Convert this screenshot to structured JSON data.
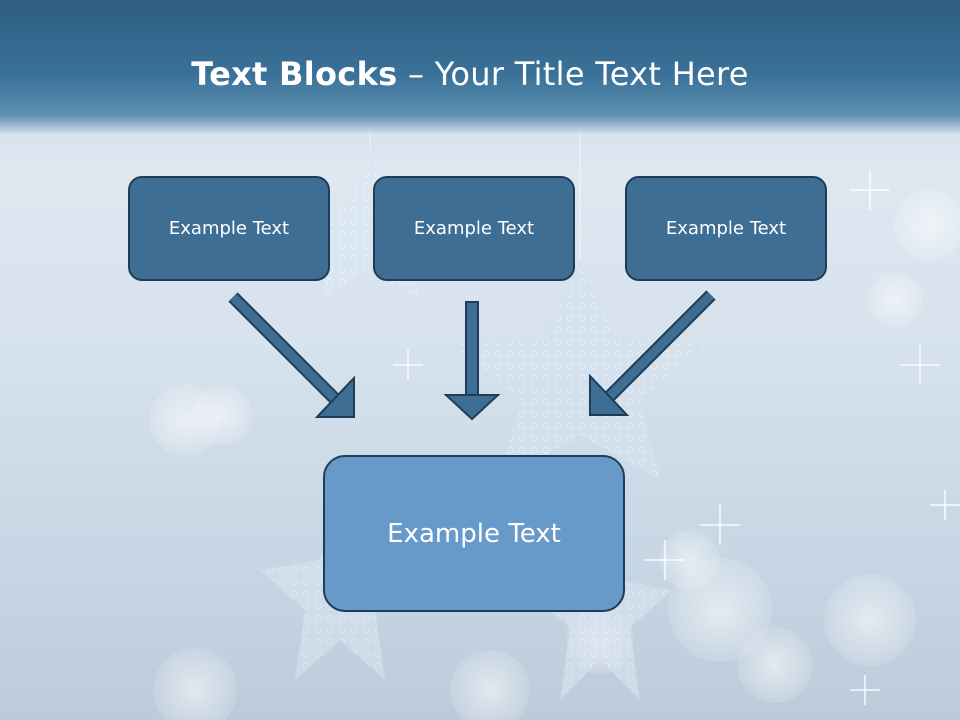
{
  "slide": {
    "title_bold": "Text Blocks",
    "title_dash": " – ",
    "title_rest": "Your Title Text Here"
  },
  "blocks": {
    "top_left": "Example Text",
    "top_center": "Example Text",
    "top_right": "Example Text",
    "bottom": "Example Text"
  },
  "colors": {
    "header": "#3a7198",
    "small_box": "#3e6e93",
    "big_box": "#6799c9",
    "border": "#1f3d58",
    "arrow": "#3e6e93"
  },
  "icons": [
    "arrow-down-right-icon",
    "arrow-down-icon",
    "arrow-down-left-icon"
  ]
}
